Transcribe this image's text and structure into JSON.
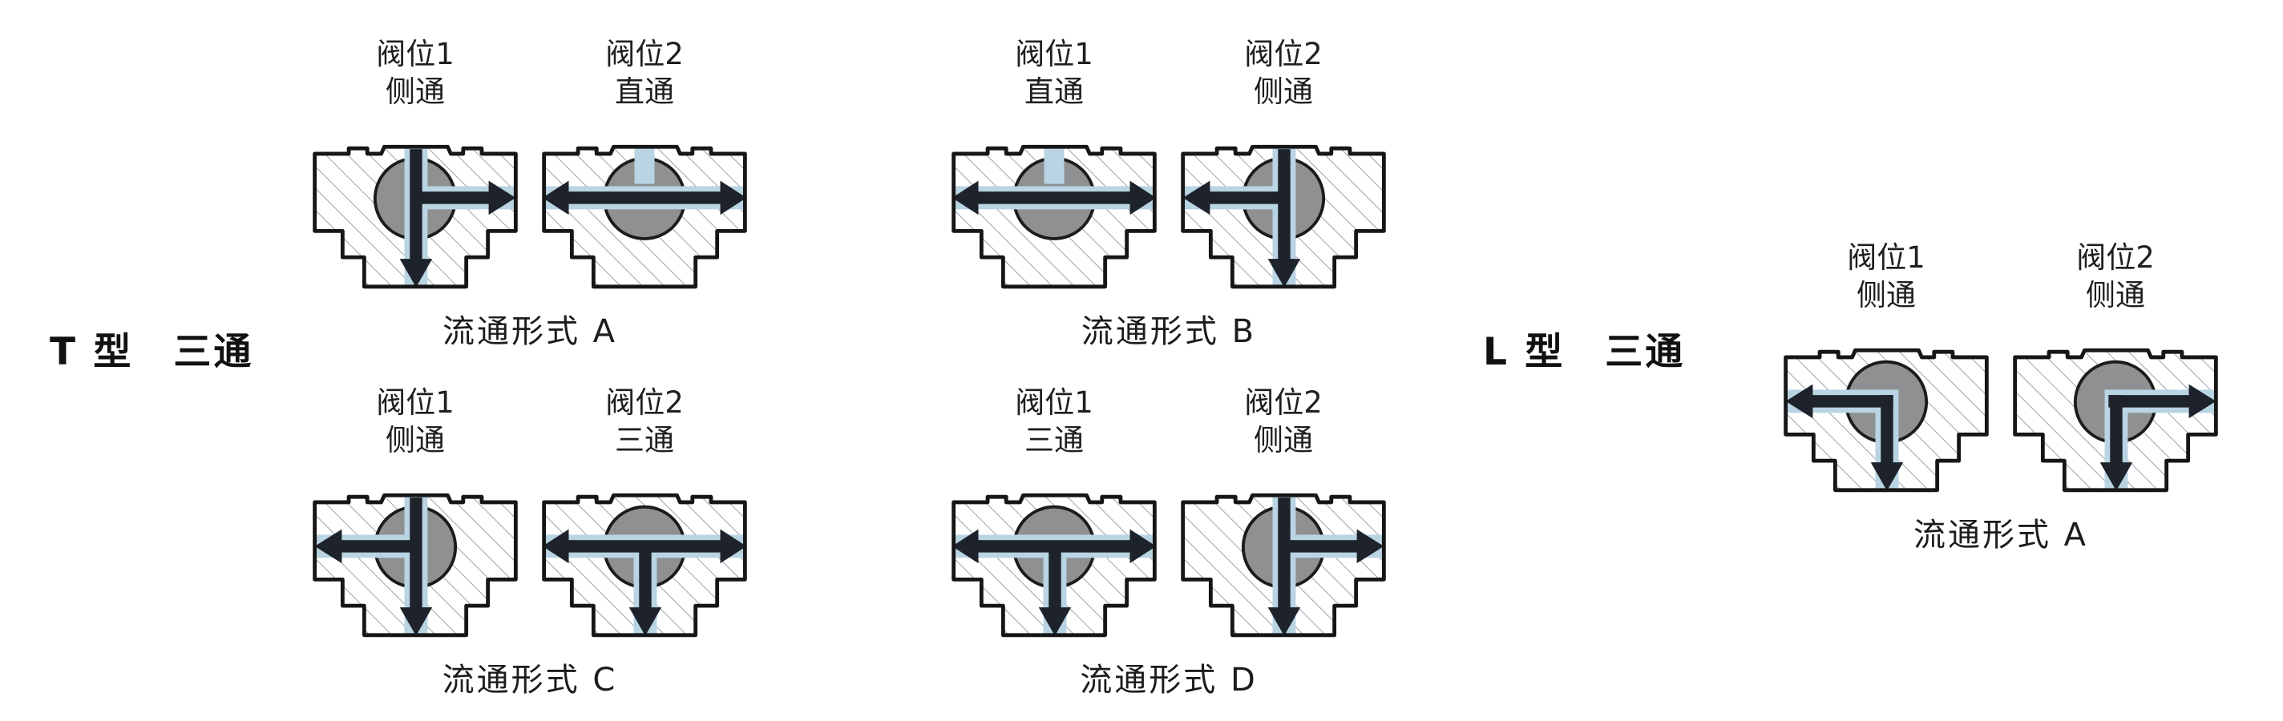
{
  "colors": {
    "body_outline": "#161616",
    "hatch": "#97a0a9",
    "ball": "#8e9091",
    "channel": "#b9d4e3",
    "arrow": "#1e232b",
    "text": "#1f1f1f",
    "background": "#ffffff"
  },
  "t_section": {
    "title": "T 型　三通",
    "groups": [
      {
        "caption": "流通形式 A",
        "valves": [
          {
            "position_label": "阀位1",
            "flow_label": "侧通",
            "flow_type": "side-right"
          },
          {
            "position_label": "阀位2",
            "flow_label": "直通",
            "flow_type": "straight"
          }
        ]
      },
      {
        "caption": "流通形式 B",
        "valves": [
          {
            "position_label": "阀位1",
            "flow_label": "直通",
            "flow_type": "straight"
          },
          {
            "position_label": "阀位2",
            "flow_label": "侧通",
            "flow_type": "side-left"
          }
        ]
      },
      {
        "caption": "流通形式 C",
        "valves": [
          {
            "position_label": "阀位1",
            "flow_label": "侧通",
            "flow_type": "side-left"
          },
          {
            "position_label": "阀位2",
            "flow_label": "三通",
            "flow_type": "tee"
          }
        ]
      },
      {
        "caption": "流通形式 D",
        "valves": [
          {
            "position_label": "阀位1",
            "flow_label": "三通",
            "flow_type": "tee"
          },
          {
            "position_label": "阀位2",
            "flow_label": "侧通",
            "flow_type": "side-right"
          }
        ]
      }
    ]
  },
  "l_section": {
    "title": "L 型　三通",
    "groups": [
      {
        "caption": "流通形式 A",
        "valves": [
          {
            "position_label": "阀位1",
            "flow_label": "侧通",
            "flow_type": "elbow-left"
          },
          {
            "position_label": "阀位2",
            "flow_label": "侧通",
            "flow_type": "elbow-right"
          }
        ]
      }
    ]
  }
}
